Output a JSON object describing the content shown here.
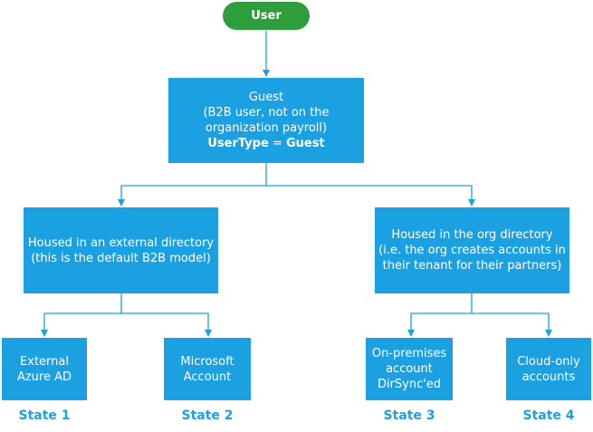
{
  "root": {
    "label": "User"
  },
  "guest": {
    "line1": "Guest",
    "line2": "(B2B user, not on the",
    "line3": "organization payroll)",
    "usertype_key": "UserType",
    "usertype_eq": " = ",
    "usertype_val": "Guest"
  },
  "external_dir": {
    "line1": "Housed in an external directory",
    "line2": "(this is the default B2B model)"
  },
  "org_dir": {
    "line1": "Housed in the org directory",
    "line2": "(i.e. the org creates accounts in",
    "line3": "their tenant for their partners)"
  },
  "leaves": [
    {
      "line1": "External",
      "line2": "Azure AD",
      "line3": "",
      "state": "State 1"
    },
    {
      "line1": "Microsoft",
      "line2": "Account",
      "line3": "",
      "state": "State 2"
    },
    {
      "line1": "On-premises",
      "line2": "account",
      "line3": "DirSync'ed",
      "state": "State 3"
    },
    {
      "line1": "Cloud-only",
      "line2": "accounts",
      "line3": "",
      "state": "State 4"
    }
  ],
  "colors": {
    "box": "#1ba1e2",
    "root": "#2e9e3d",
    "connector": "#1ba1e2"
  }
}
